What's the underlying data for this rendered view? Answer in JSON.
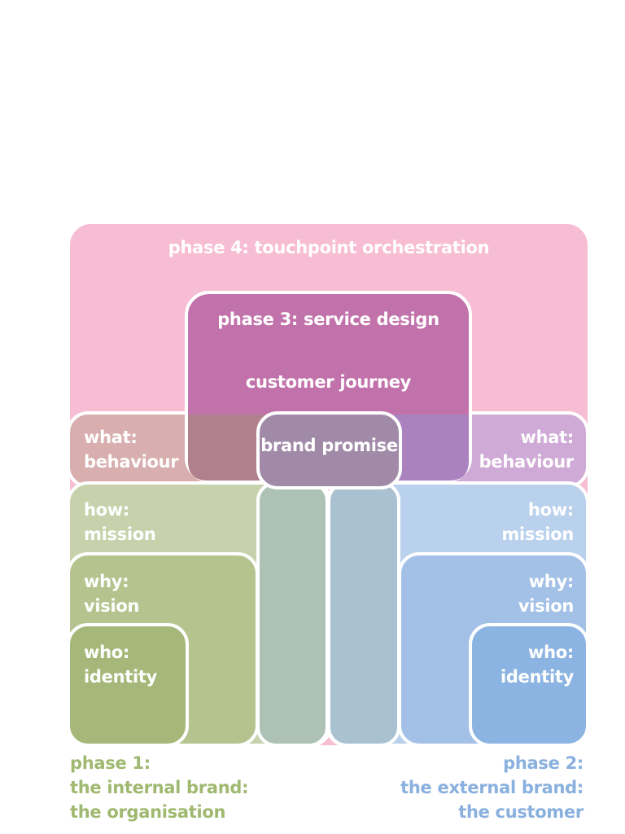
{
  "colors": {
    "pink": "#f7bdd3",
    "magenta": "#c272aa",
    "green_light": "#c7d2ac",
    "green_mid": "#b5c48f",
    "green_dark": "#a5b87a",
    "blue_light": "#b9d1ec",
    "blue_mid": "#a3c1e6",
    "blue_dark": "#8cb4e2",
    "phase1_text": "#9fb970",
    "phase2_text": "#89b0de"
  },
  "phase4": {
    "label": "phase 4: touchpoint orchestration"
  },
  "phase3": {
    "label": "phase 3: service design",
    "sub": "customer journey"
  },
  "brand_promise": {
    "label": "brand promise"
  },
  "left": {
    "what": [
      "what:",
      "behaviour"
    ],
    "how": [
      "how:",
      "mission"
    ],
    "why": [
      "why:",
      "vision"
    ],
    "who": [
      "who:",
      "identity"
    ]
  },
  "right": {
    "what": [
      "what:",
      "behaviour"
    ],
    "how": [
      "how:",
      "mission"
    ],
    "why": [
      "why:",
      "vision"
    ],
    "who": [
      "who:",
      "identity"
    ]
  },
  "captions": {
    "phase1": [
      "phase 1:",
      "the internal brand:",
      "the organisation"
    ],
    "phase2": [
      "phase 2:",
      "the external brand:",
      "the customer"
    ]
  }
}
